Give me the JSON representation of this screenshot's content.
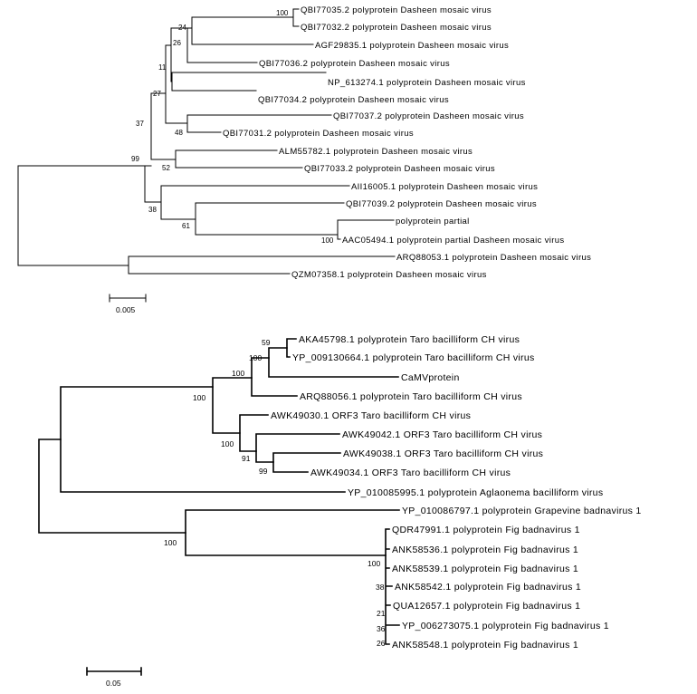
{
  "tree1": {
    "leaves": [
      "QBI77035.2 polyprotein Dasheen mosaic virus",
      "QBI77032.2 polyprotein Dasheen mosaic virus",
      "AGF29835.1 polyprotein Dasheen mosaic virus",
      "QBI77036.2 polyprotein Dasheen mosaic virus",
      "NP_613274.1 polyprotein Dasheen mosaic virus",
      "QBI77034.2 polyprotein Dasheen mosaic virus",
      "QBI77037.2 polyprotein Dasheen mosaic virus",
      "QBI77031.2 polyprotein Dasheen mosaic virus",
      "ALM55782.1 polyprotein Dasheen mosaic virus",
      "QBI77033.2 polyprotein Dasheen mosaic virus",
      "AII16005.1 polyprotein Dasheen mosaic virus",
      "QBI77039.2 polyprotein Dasheen mosaic virus",
      "polyprotein partial",
      "AAC05494.1 polyprotein partial Dasheen mosaic virus",
      "ARQ88053.1 polyprotein Dasheen mosaic virus",
      "QZM07358.1 polyprotein Dasheen mosaic virus"
    ],
    "support": [
      "100",
      "24",
      "26",
      "11",
      "27",
      "48",
      "37",
      "52",
      "99",
      "38",
      "61",
      "100"
    ],
    "scale_label": "0.005"
  },
  "tree2": {
    "leaves": [
      "AKA45798.1 polyprotein Taro bacilliform CH virus",
      "YP_009130664.1 polyprotein Taro bacilliform CH virus",
      "CaMVprotein",
      "ARQ88056.1 polyprotein Taro bacilliform CH virus",
      "AWK49030.1 ORF3 Taro bacilliform CH virus",
      "AWK49042.1 ORF3 Taro bacilliform CH virus",
      "AWK49038.1 ORF3 Taro bacilliform CH virus",
      "AWK49034.1 ORF3 Taro bacilliform CH virus",
      "YP_010085995.1 polyprotein Aglaonema bacilliform virus",
      "YP_010086797.1 polyprotein Grapevine badnavirus 1",
      "QDR47991.1 polyprotein Fig badnavirus 1",
      "ANK58536.1 polyprotein Fig badnavirus 1",
      "ANK58539.1 polyprotein Fig badnavirus 1",
      "ANK58542.1 polyprotein Fig badnavirus 1",
      "QUA12657.1 polyprotein Fig badnavirus 1",
      "YP_006273075.1 polyprotein Fig badnavirus 1",
      "ANK58548.1 polyprotein Fig badnavirus 1"
    ],
    "support": [
      "59",
      "100",
      "100",
      "100",
      "100",
      "91",
      "99",
      "100",
      "100",
      "38",
      "21",
      "36",
      "26"
    ],
    "scale_label": "0.05"
  }
}
